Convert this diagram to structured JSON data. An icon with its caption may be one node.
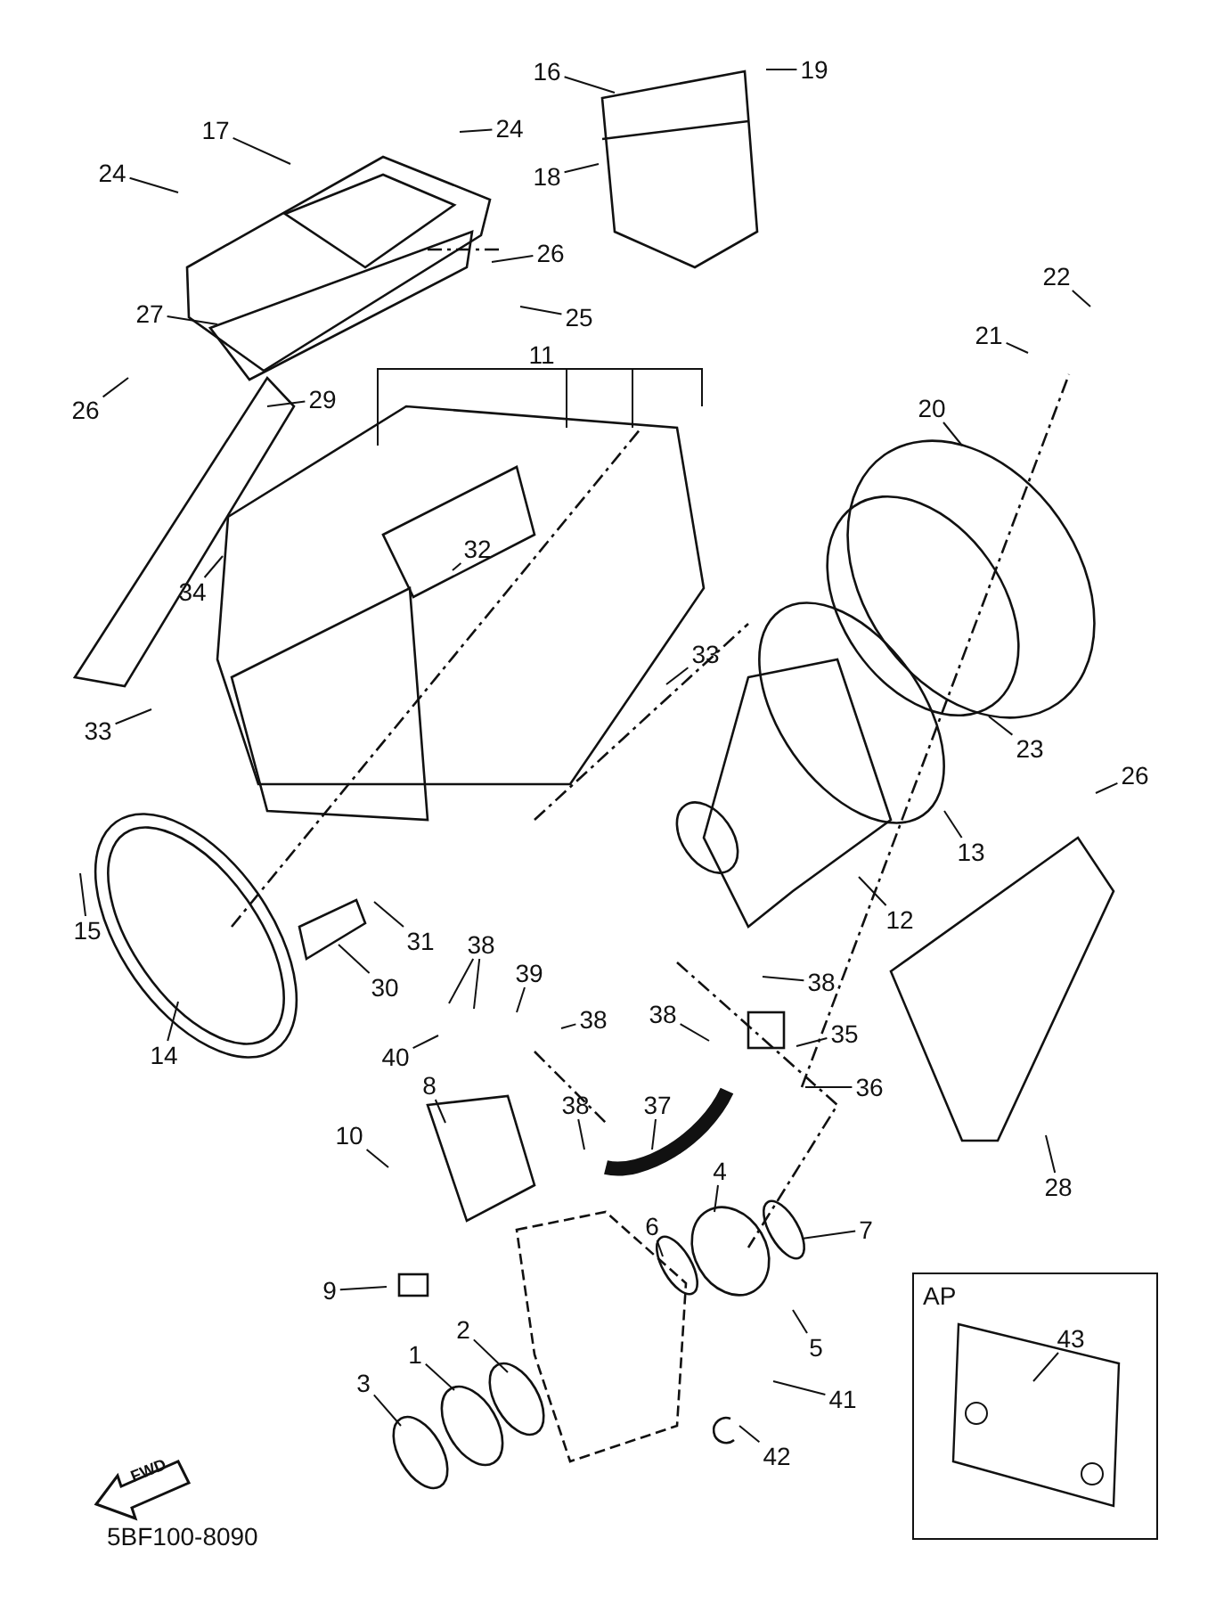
{
  "diagram": {
    "nodes": [
      {
        "text": [
          "AP"
        ]
      },
      {
        "text": [
          "16"
        ]
      },
      {
        "text": [
          "19"
        ]
      },
      {
        "text": [
          "24"
        ]
      },
      {
        "text": [
          "17"
        ]
      },
      {
        "text": [
          "24"
        ]
      },
      {
        "text": [
          "18"
        ]
      },
      {
        "text": [
          "26"
        ]
      },
      {
        "text": [
          "25"
        ]
      },
      {
        "text": [
          "27"
        ]
      },
      {
        "text": [
          "22"
        ]
      },
      {
        "text": [
          "11"
        ]
      },
      {
        "text": [
          "21"
        ]
      },
      {
        "text": [
          "26"
        ]
      },
      {
        "text": [
          "29"
        ]
      },
      {
        "text": [
          "20"
        ]
      },
      {
        "text": [
          "32"
        ]
      },
      {
        "text": [
          "34"
        ]
      },
      {
        "text": [
          "33"
        ]
      },
      {
        "text": [
          "33"
        ]
      },
      {
        "text": [
          "23"
        ]
      },
      {
        "text": [
          "26"
        ]
      },
      {
        "text": [
          "13"
        ]
      },
      {
        "text": [
          "15"
        ]
      },
      {
        "text": [
          "12"
        ]
      },
      {
        "text": [
          "31"
        ]
      },
      {
        "text": [
          "38"
        ]
      },
      {
        "text": [
          "14"
        ]
      },
      {
        "text": [
          "30"
        ]
      },
      {
        "text": [
          "38"
        ]
      },
      {
        "text": [
          "39"
        ]
      },
      {
        "text": [
          "38"
        ]
      },
      {
        "text": [
          "40"
        ]
      },
      {
        "text": [
          "38"
        ]
      },
      {
        "text": [
          "35"
        ]
      },
      {
        "text": [
          "36"
        ]
      },
      {
        "text": [
          "8"
        ]
      },
      {
        "text": [
          "38"
        ]
      },
      {
        "text": [
          "37"
        ]
      },
      {
        "text": [
          "10"
        ]
      },
      {
        "text": [
          "28"
        ]
      },
      {
        "text": [
          "4"
        ]
      },
      {
        "text": [
          "6"
        ]
      },
      {
        "text": [
          "7"
        ]
      },
      {
        "text": [
          "9"
        ]
      },
      {
        "text": [
          "43"
        ],
        "in": 0
      },
      {
        "text": [
          "5"
        ]
      },
      {
        "text": [
          "2"
        ]
      },
      {
        "text": [
          "1"
        ]
      },
      {
        "text": [
          "3"
        ]
      },
      {
        "text": [
          "41"
        ]
      },
      {
        "text": [
          "42"
        ]
      }
    ],
    "edges": [
      {
        "from": 1,
        "to": null,
        "arrow": "none"
      },
      {
        "from": 2,
        "to": null,
        "arrow": "none"
      },
      {
        "from": 3,
        "to": null,
        "arrow": "none"
      },
      {
        "from": 4,
        "to": null,
        "arrow": "none"
      },
      {
        "from": 5,
        "to": null,
        "arrow": "none"
      },
      {
        "from": 6,
        "to": null,
        "arrow": "none"
      },
      {
        "from": 7,
        "to": null,
        "arrow": "none"
      },
      {
        "from": 8,
        "to": null,
        "arrow": "none"
      },
      {
        "from": 9,
        "to": null,
        "arrow": "none"
      },
      {
        "from": 10,
        "to": null,
        "arrow": "none"
      },
      {
        "from": 11,
        "to": null,
        "arrow": "none"
      },
      {
        "from": 12,
        "to": null,
        "arrow": "none"
      },
      {
        "from": 13,
        "to": null,
        "arrow": "none"
      },
      {
        "from": 14,
        "to": null,
        "arrow": "none"
      },
      {
        "from": 15,
        "to": null,
        "arrow": "none"
      },
      {
        "from": 16,
        "to": null,
        "arrow": "none"
      },
      {
        "from": 17,
        "to": null,
        "arrow": "none"
      },
      {
        "from": 18,
        "to": null,
        "arrow": "none"
      },
      {
        "from": 19,
        "to": null,
        "arrow": "none"
      },
      {
        "from": 20,
        "to": null,
        "arrow": "none"
      },
      {
        "from": 21,
        "to": null,
        "arrow": "none"
      },
      {
        "from": 22,
        "to": null,
        "arrow": "none"
      },
      {
        "from": 23,
        "to": null,
        "arrow": "none"
      },
      {
        "from": 24,
        "to": null,
        "arrow": "none"
      },
      {
        "from": 25,
        "to": null,
        "arrow": "none"
      },
      {
        "from": 26,
        "to": null,
        "arrow": "none"
      },
      {
        "from": 26,
        "to": null,
        "arrow": "none"
      },
      {
        "from": 27,
        "to": null,
        "arrow": "none"
      },
      {
        "from": 28,
        "to": null,
        "arrow": "none"
      },
      {
        "from": 29,
        "to": null,
        "arrow": "none"
      },
      {
        "from": 30,
        "to": null,
        "arrow": "none"
      },
      {
        "from": 31,
        "to": null,
        "arrow": "none"
      },
      {
        "from": 32,
        "to": null,
        "arrow": "none"
      },
      {
        "from": 33,
        "to": null,
        "arrow": "none"
      },
      {
        "from": 34,
        "to": null,
        "arrow": "none"
      },
      {
        "from": 35,
        "to": null,
        "arrow": "none"
      },
      {
        "from": 36,
        "to": null,
        "arrow": "none"
      },
      {
        "from": 37,
        "to": null,
        "arrow": "none"
      },
      {
        "from": 38,
        "to": null,
        "arrow": "none"
      },
      {
        "from": 39,
        "to": null,
        "arrow": "none"
      },
      {
        "from": 40,
        "to": null,
        "arrow": "none"
      },
      {
        "from": 41,
        "to": null,
        "arrow": "none"
      },
      {
        "from": 42,
        "to": null,
        "arrow": "none"
      },
      {
        "from": 43,
        "to": null,
        "arrow": "none"
      },
      {
        "from": 44,
        "to": null,
        "arrow": "none"
      },
      {
        "from": 45,
        "to": null,
        "arrow": "none"
      },
      {
        "from": 46,
        "to": null,
        "arrow": "none"
      },
      {
        "from": 47,
        "to": null,
        "arrow": "none"
      },
      {
        "from": 48,
        "to": null,
        "arrow": "none"
      },
      {
        "from": 49,
        "to": null,
        "arrow": "none"
      },
      {
        "from": 50,
        "to": null,
        "arrow": "none"
      },
      {
        "from": 51,
        "to": null,
        "arrow": "none"
      }
    ],
    "labels": [
      "FWD",
      "5BF100-8090"
    ]
  }
}
